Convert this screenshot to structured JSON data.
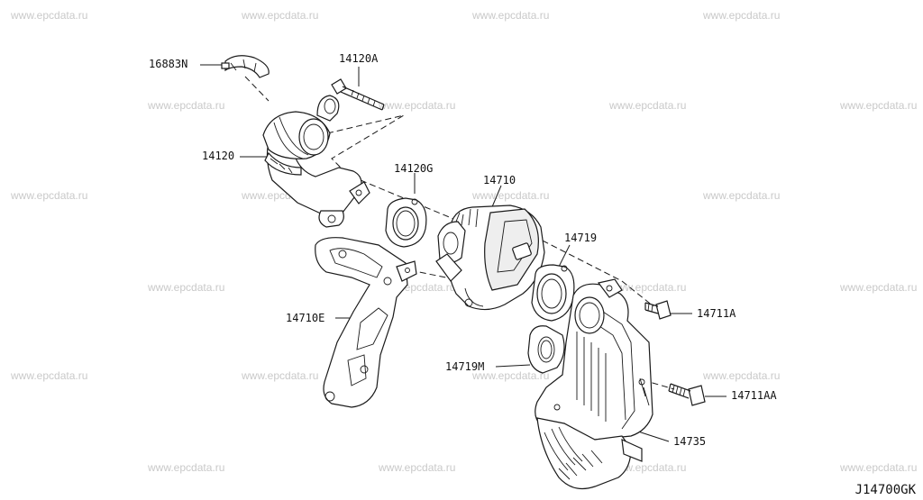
{
  "watermark": "www.epcdata.ru",
  "diagram_code": "J14700GK",
  "parts": {
    "p16883N": "16883N",
    "p14120A": "14120A",
    "p14120": "14120",
    "p14120G": "14120G",
    "p14710": "14710",
    "p14719": "14719",
    "p14710E": "14710E",
    "p14711A": "14711A",
    "p14719M": "14719M",
    "p14711AA": "14711AA",
    "p14735": "14735"
  }
}
